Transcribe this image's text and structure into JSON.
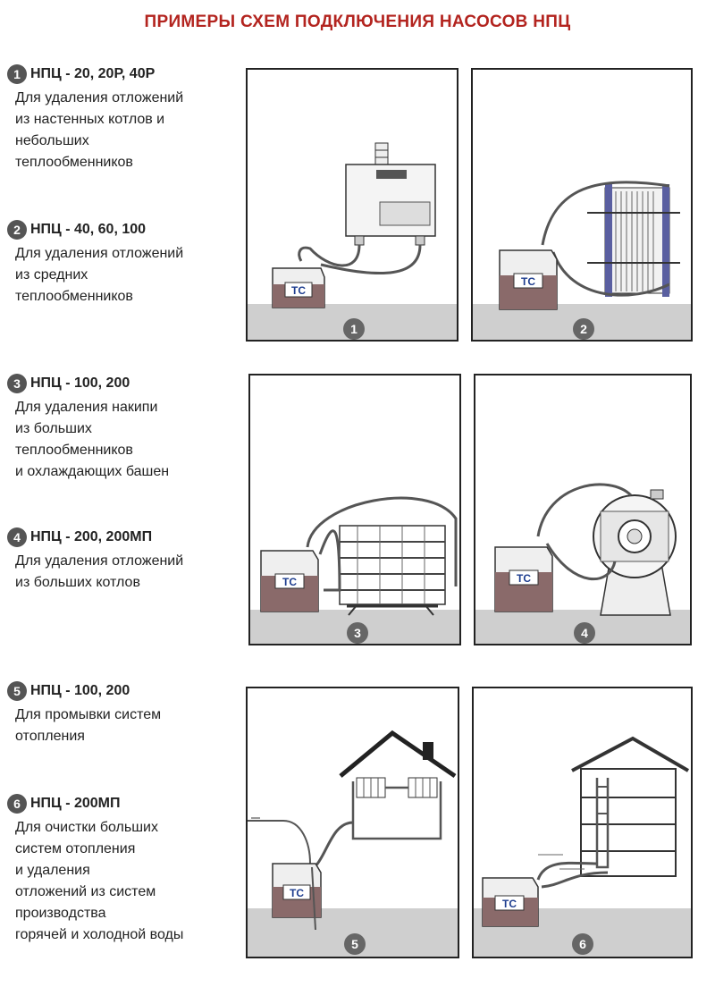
{
  "title": "ПРИМЕРЫ СХЕМ ПОДКЛЮЧЕНИЯ НАСОСОВ НПЦ",
  "items": [
    {
      "number": "1",
      "model": "НПЦ - 20, 20Р, 40Р",
      "lines": [
        "Для удаления отложений",
        "из настенных котлов и",
        "небольших",
        "теплообменников"
      ]
    },
    {
      "number": "2",
      "model": "НПЦ - 40, 60, 100",
      "lines": [
        "Для удаления отложений",
        "из средних",
        "теплообменников"
      ]
    },
    {
      "number": "3",
      "model": "НПЦ - 100, 200",
      "lines": [
        "Для удаления накипи",
        "из больших",
        "теплообменников",
        "и охлаждающих башен"
      ]
    },
    {
      "number": "4",
      "model": "НПЦ - 200, 200МП",
      "lines": [
        "Для удаления отложений",
        "из больших котлов"
      ]
    },
    {
      "number": "5",
      "model": "НПЦ - 100, 200",
      "lines": [
        "Для промывки систем",
        "отопления"
      ]
    },
    {
      "number": "6",
      "model": "НПЦ - 200МП",
      "lines": [
        "Для очистки больших",
        "систем отопления",
        "и удаления",
        "отложений из систем",
        "производства",
        "горячей и холодной воды"
      ]
    }
  ],
  "panels": [
    {
      "number": "1",
      "logo": "TC"
    },
    {
      "number": "2",
      "logo": "TC"
    },
    {
      "number": "3",
      "logo": "TC"
    },
    {
      "number": "4",
      "logo": "TC"
    },
    {
      "number": "5",
      "logo": "TC"
    },
    {
      "number": "6",
      "logo": "TC"
    }
  ],
  "colors": {
    "title": "#b3241f",
    "badge": "#555555",
    "liquid": "#8a6a6a",
    "ground": "#cfcfcf",
    "plates": "#5a5fa0"
  }
}
